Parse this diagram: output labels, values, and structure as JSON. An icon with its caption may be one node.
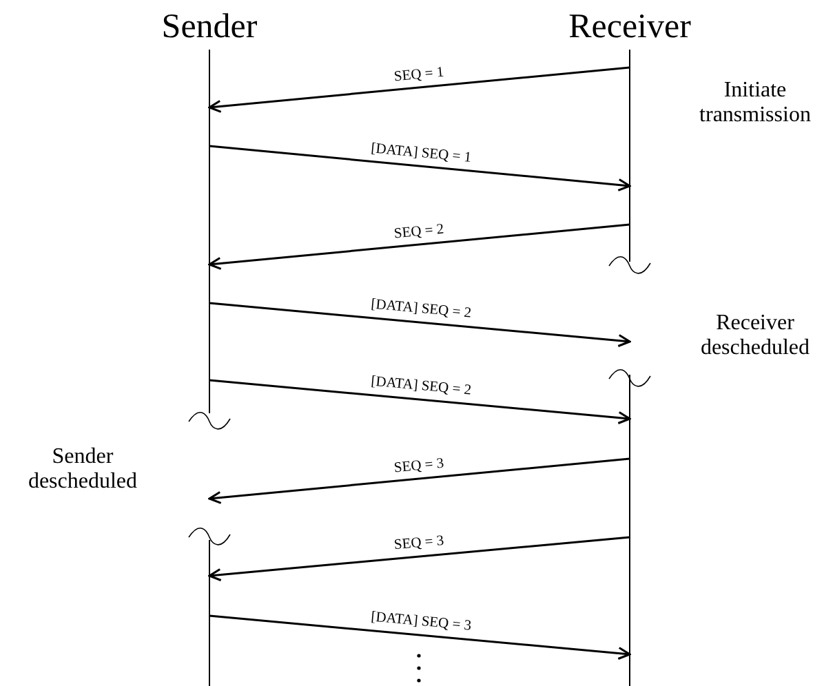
{
  "diagram": {
    "nodes": [
      {
        "text": [
          "Sender"
        ]
      },
      {
        "text": [
          "Receiver"
        ]
      }
    ],
    "edges": [
      {
        "from": 1,
        "to": 0,
        "arrow": "to",
        "label": "SEQ = 1"
      },
      {
        "from": 0,
        "to": 1,
        "arrow": "to",
        "label": "[DATA] SEQ = 1"
      },
      {
        "from": 1,
        "to": 0,
        "arrow": "to",
        "label": "SEQ = 2"
      },
      {
        "from": 0,
        "to": 1,
        "arrow": "to",
        "label": "[DATA] SEQ = 2"
      },
      {
        "from": 0,
        "to": 1,
        "arrow": "to",
        "label": "[DATA] SEQ = 2"
      },
      {
        "from": 1,
        "to": 0,
        "arrow": "to",
        "label": "SEQ = 3"
      },
      {
        "from": 1,
        "to": 0,
        "arrow": "to",
        "label": "SEQ = 3"
      },
      {
        "from": 0,
        "to": 1,
        "arrow": "to",
        "label": "[DATA] SEQ = 3"
      }
    ],
    "labels": [
      "Initiate transmission",
      "Receiver descheduled",
      "Sender descheduled"
    ]
  }
}
